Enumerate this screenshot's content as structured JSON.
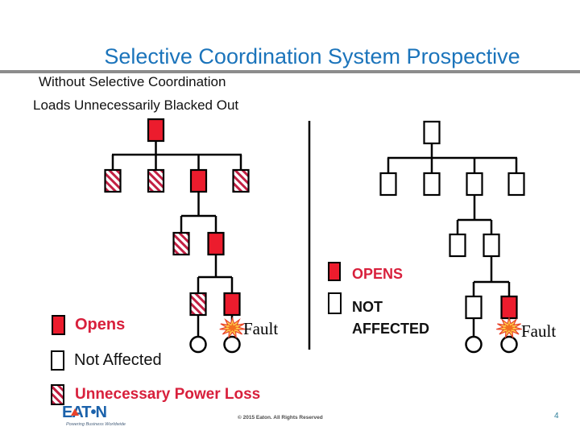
{
  "slide": {
    "title": "Selective Coordination System Prospective",
    "subtitle_line1": "Without Selective Coordination",
    "subtitle_line2": "Loads Unnecessarily Blacked Out",
    "copyright": "© 2015 Eaton. All Rights Reserved",
    "page_number": "4"
  },
  "colors": {
    "title_blue": "#1B74BB",
    "opens_red": "#EC1C2D",
    "legend_text_red": "#D8203C",
    "hatch_stripe_red": "#C32043",
    "rule_gray": "#8C8C8C",
    "page_number_teal": "#2C7D99"
  },
  "legend_left": {
    "opens_label": "Opens",
    "not_affected_label": "Not Affected",
    "power_loss_label": "Unnecessary Power Loss"
  },
  "legend_right": {
    "opens_label": "OPENS",
    "not_affected_line1": "NOT",
    "not_affected_line2": "AFFECTED"
  },
  "left_diagram": {
    "description": "Without selective coordination: upstream breakers open, loads unnecessarily blacked out",
    "fault_label": "Fault",
    "node_states": [
      "opens",
      "power-loss",
      "power-loss",
      "opens",
      "power-loss",
      "power-loss",
      "opens",
      "power-loss",
      "opens"
    ]
  },
  "right_diagram": {
    "description": "With selective coordination: only breaker nearest the fault opens",
    "fault_label": "Fault",
    "node_states": [
      "not-affected",
      "not-affected",
      "not-affected",
      "not-affected",
      "not-affected",
      "not-affected",
      "not-affected",
      "not-affected",
      "opens"
    ]
  },
  "footer": {
    "logo_text": "EAT•N",
    "logo_tagline": "Powering Business Worldwide"
  }
}
